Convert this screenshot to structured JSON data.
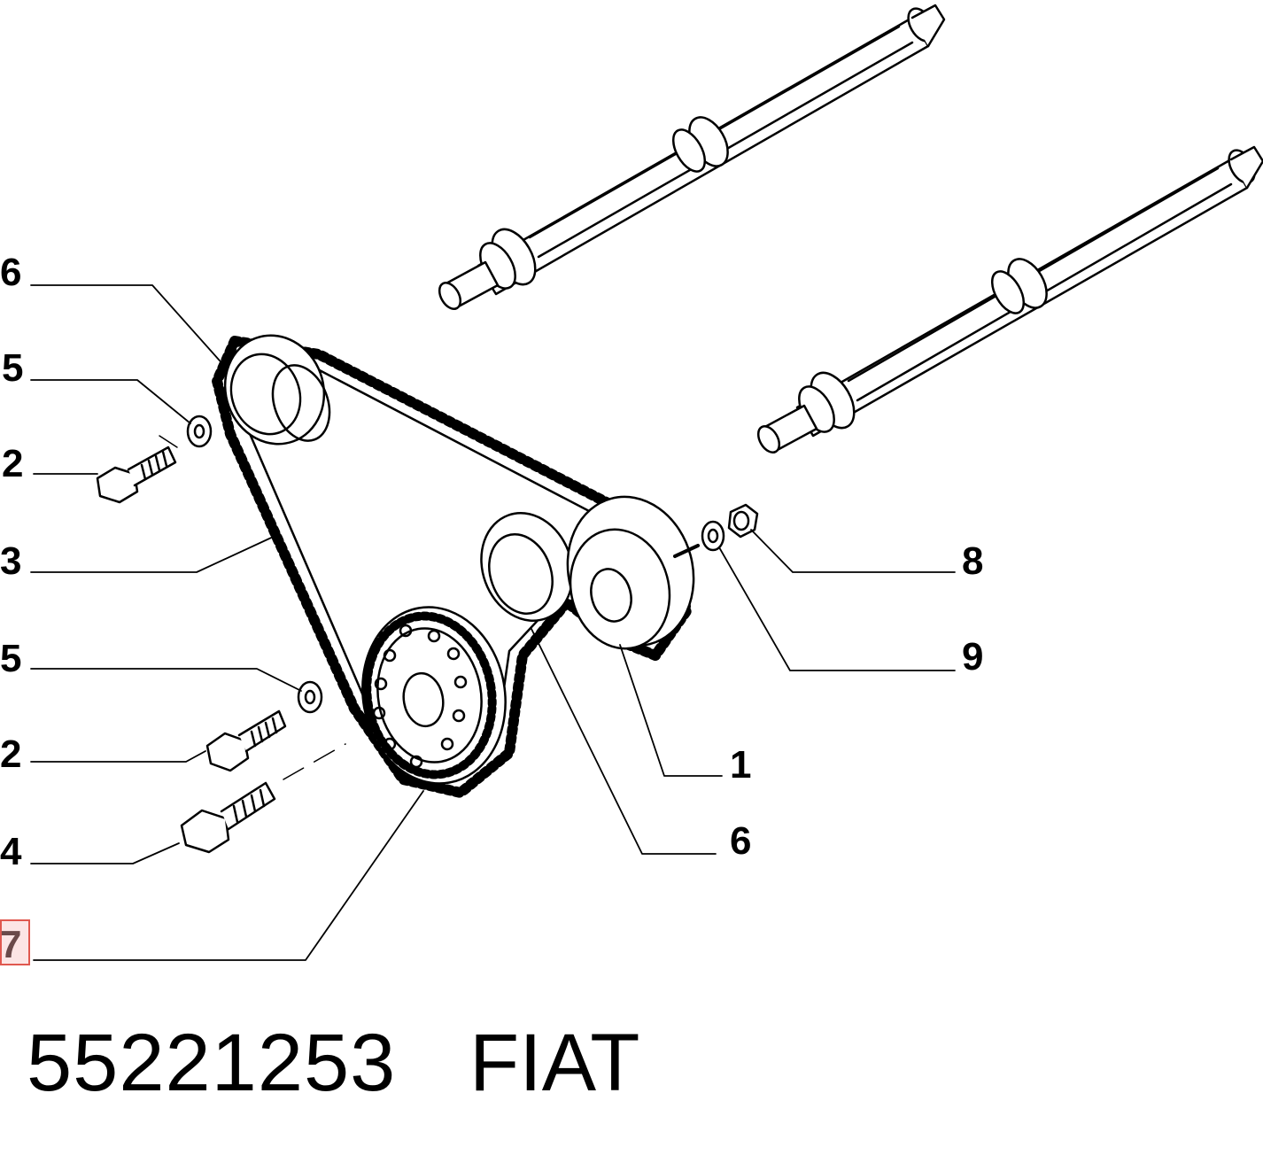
{
  "callouts": {
    "c6a": "6",
    "c5a": "5",
    "c2a": "2",
    "c3": "3",
    "c5b": "5",
    "c2b": "2",
    "c4": "4",
    "c7": "7",
    "c8": "8",
    "c9": "9",
    "c1": "1",
    "c6b": "6"
  },
  "footer": {
    "part_number": "55221253",
    "brand": "FIAT"
  },
  "colors": {
    "line": "#000000",
    "highlight_border": "#e0584f",
    "highlight_fill": "#f5b4b4"
  }
}
